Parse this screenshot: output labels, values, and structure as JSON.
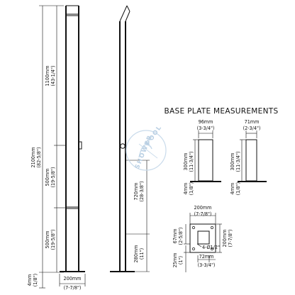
{
  "title": "BASE PLATE MEASUREMENTS",
  "watermark": {
    "top": "POOL",
    "bottom": "SHOWER",
    "color": "#b9cfe3"
  },
  "left_dims": {
    "total_mm": "2100mm",
    "total_in": "(82-5/8\")",
    "top_mm": "1100mm",
    "top_in": "(43-1/4\")",
    "mid_mm": "500mm",
    "mid_in": "(19-5/8\")",
    "low_mm": "500mm",
    "low_in": "(19-5/8\")",
    "base_mm": "4mm",
    "base_in": "(1/8\")"
  },
  "bottom_width": {
    "mm": "200mm",
    "in": "(7-7/8\")"
  },
  "side_dims": {
    "upper_mm": "720mm",
    "upper_in": "(28-3/8\")",
    "lower_mm": "280mm",
    "lower_in": "(11\")"
  },
  "plate_front": {
    "width_mm": "96mm",
    "width_in": "(3-3/4\")",
    "height_mm": "300mm",
    "height_in": "(11-3/4\")",
    "thick_mm": "4mm",
    "thick_in": "(1/8\")"
  },
  "plate_side": {
    "width_mm": "71mm",
    "width_in": "(2-3/4\")",
    "height_mm": "300mm",
    "height_in": "(11-3/4\")",
    "thick_mm": "4mm",
    "thick_in": "(1/8\")"
  },
  "plate_top": {
    "width_mm": "200mm",
    "width_in": "(7-7/8\")",
    "depth_mm": "200mm",
    "depth_in": "(7-7/8\")",
    "offset_mm": "67mm",
    "offset_in": "(2-5/8\")",
    "edge_mm": "25mm",
    "edge_in": "(1\")",
    "inner_mm": "72mm",
    "inner_in": "(3-3/4\")",
    "hole_label": "4-Ø1/2\""
  }
}
